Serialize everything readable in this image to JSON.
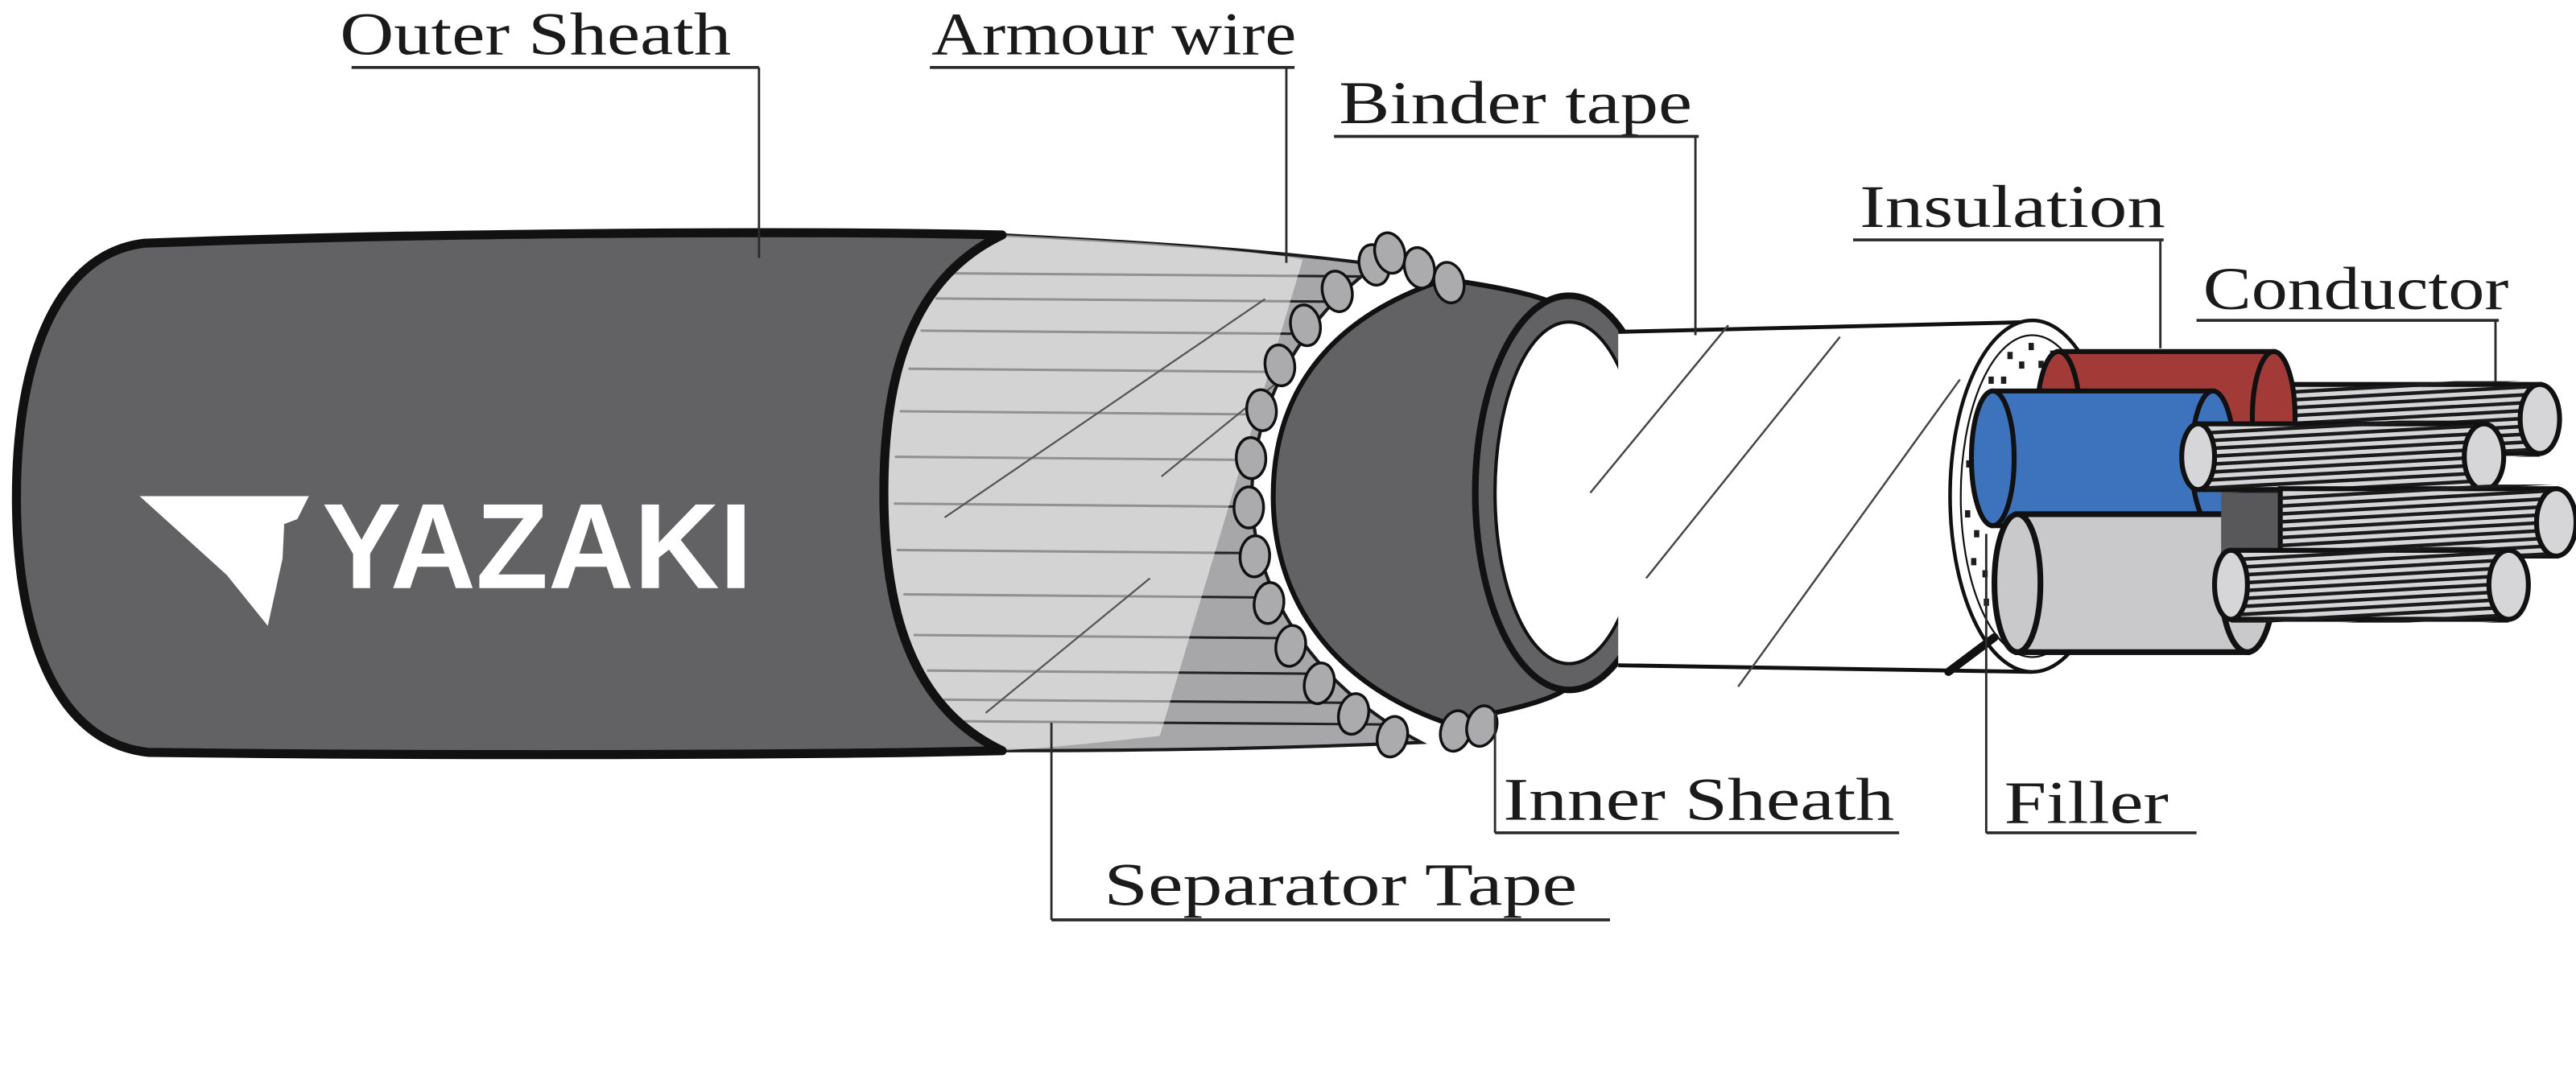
{
  "diagram": {
    "brand": "YAZAKI",
    "labels": {
      "outer_sheath": "Outer Sheath",
      "armour_wire": "Armour wire",
      "binder_tape": "Binder tape",
      "insulation": "Insulation",
      "conductor": "Conductor",
      "inner_sheath": "Inner Sheath",
      "filler": "Filler",
      "separator_tape": "Separator Tape"
    },
    "colors": {
      "sheath": "#626264",
      "armour_wire_fill": "#a7a7a9",
      "armour_cap": "#ababad",
      "separator_tape_overlay": "rgba(255,255,255,0.5)",
      "binder_tape": "#ffffff",
      "insulation_red": "#a23b38",
      "core_blue": "#3d73bc",
      "filler_gray": "#c9c9cb",
      "conductor_fill": "#d6d6d8",
      "conductor_stripe": "#1a1a1a",
      "core_gap_dark": "#58585a",
      "outline": "#111111",
      "label_text": "#1a1a1a",
      "leader_line": "#2a2a2a"
    }
  }
}
